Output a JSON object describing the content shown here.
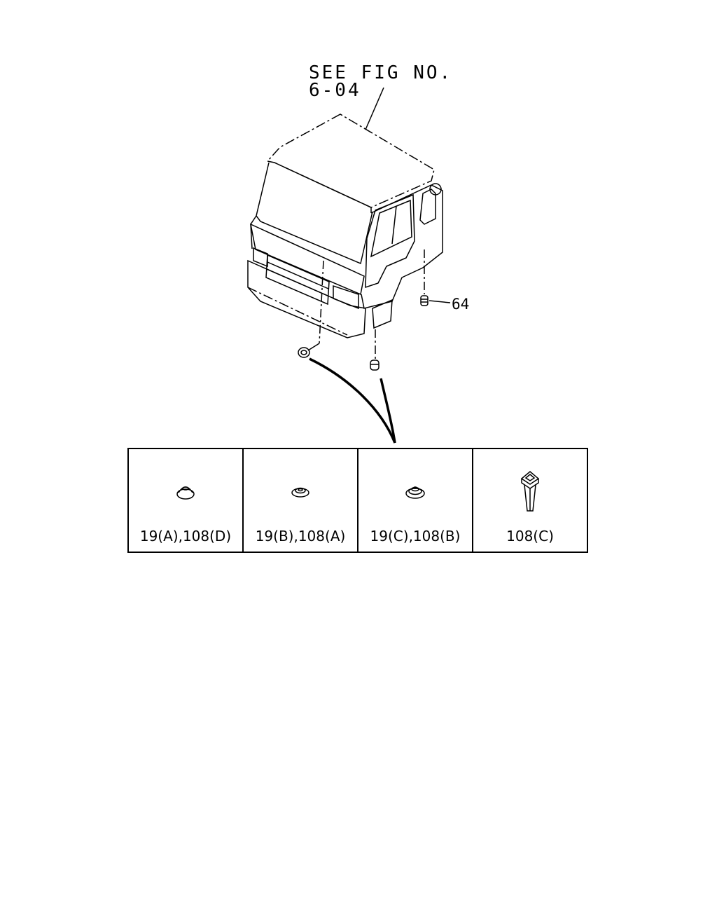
{
  "diagram": {
    "reference": {
      "line1": "SEE FIG NO.",
      "line2": "6-04"
    },
    "callout": "64",
    "parts": [
      {
        "label": "19(A),108(D)",
        "icon": "grommet-dome-icon"
      },
      {
        "label": "19(B),108(A)",
        "icon": "grommet-flat-icon"
      },
      {
        "label": "19(C),108(B)",
        "icon": "grommet-ribbed-icon"
      },
      {
        "label": "108(C)",
        "icon": "plug-clip-icon"
      }
    ]
  }
}
